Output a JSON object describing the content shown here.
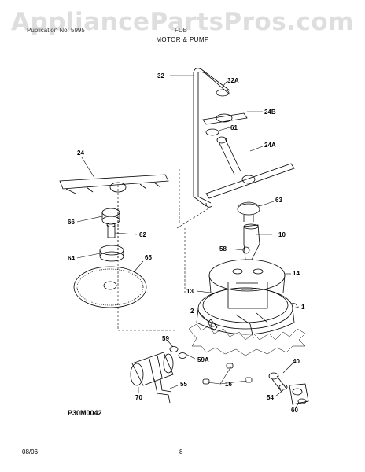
{
  "watermark": "AppliancePartsPros.com",
  "header": {
    "left": "Publication No: 5995",
    "right": "FDB"
  },
  "section_title": "MOTOR & PUMP",
  "diagram_code": "P30M0042",
  "footer": {
    "date": "08/06",
    "page": "8"
  },
  "parts": [
    {
      "id": "32",
      "label": "32"
    },
    {
      "id": "32a",
      "label": "32A"
    },
    {
      "id": "24b",
      "label": "24B"
    },
    {
      "id": "61",
      "label": "61"
    },
    {
      "id": "24a",
      "label": "24A"
    },
    {
      "id": "24",
      "label": "24"
    },
    {
      "id": "63",
      "label": "63"
    },
    {
      "id": "66",
      "label": "66"
    },
    {
      "id": "62",
      "label": "62"
    },
    {
      "id": "10",
      "label": "10"
    },
    {
      "id": "58",
      "label": "58"
    },
    {
      "id": "64",
      "label": "64"
    },
    {
      "id": "65",
      "label": "65"
    },
    {
      "id": "14",
      "label": "14"
    },
    {
      "id": "13",
      "label": "13"
    },
    {
      "id": "1",
      "label": "1"
    },
    {
      "id": "2",
      "label": "2"
    },
    {
      "id": "59",
      "label": "59"
    },
    {
      "id": "59a",
      "label": "59A"
    },
    {
      "id": "40",
      "label": "40"
    },
    {
      "id": "70",
      "label": "70"
    },
    {
      "id": "55",
      "label": "55"
    },
    {
      "id": "16",
      "label": "16"
    },
    {
      "id": "54",
      "label": "54"
    },
    {
      "id": "60",
      "label": "60"
    }
  ]
}
